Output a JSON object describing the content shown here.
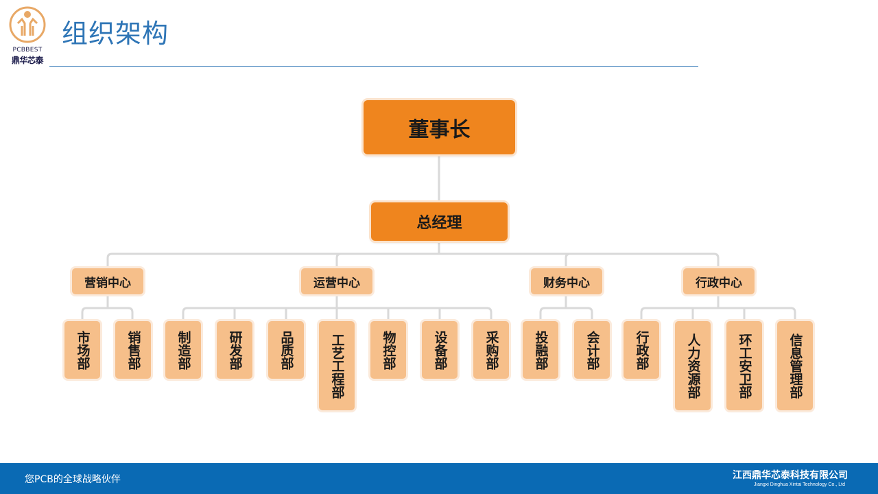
{
  "header": {
    "logo_en": "PCBBEST",
    "logo_cn": "鼎华芯泰",
    "title": "组织架构"
  },
  "org": {
    "chairman": "董事长",
    "general_manager": "总经理",
    "centers": [
      {
        "label": "营销中心",
        "departments": [
          "市场部",
          "销售部"
        ]
      },
      {
        "label": "运营中心",
        "departments": [
          "制造部",
          "研发部",
          "品质部",
          "工艺工程部",
          "物控部",
          "设备部",
          "采购部"
        ]
      },
      {
        "label": "财务中心",
        "departments": [
          "投融部",
          "会计部"
        ]
      },
      {
        "label": "行政中心",
        "departments": [
          "行政部",
          "人力资源部",
          "环工安卫部",
          "信息管理部"
        ]
      }
    ]
  },
  "footer": {
    "slogan": "您PCB的全球战略伙伴",
    "company_cn": "江西鼎华芯泰科技有限公司",
    "company_en": "Jiangxi Dinghua Xintai Technology Co., Ltd"
  },
  "colors": {
    "accent_blue": "#2e75b6",
    "footer_blue": "#0a6ab4",
    "orange": "#ef851e",
    "light_orange": "#f6bf8a",
    "connector": "#d9d9d9"
  }
}
